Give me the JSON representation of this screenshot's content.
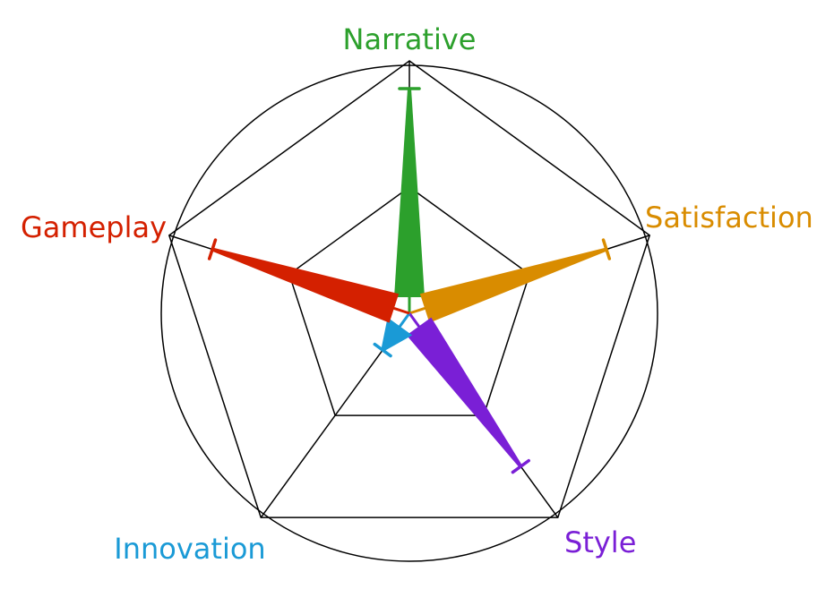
{
  "chart_data": {
    "type": "radar",
    "title": "",
    "scale": "relative",
    "categories": [
      "Narrative",
      "Satisfaction",
      "Style",
      "Innovation",
      "Gameplay"
    ],
    "values": [
      0.89,
      0.82,
      0.75,
      0.18,
      0.82
    ],
    "colors": [
      "#2ca02c",
      "#d98c00",
      "#7a1fd6",
      "#1a9ad6",
      "#d42000"
    ],
    "rings": 2,
    "grid": true,
    "legend": "none"
  }
}
